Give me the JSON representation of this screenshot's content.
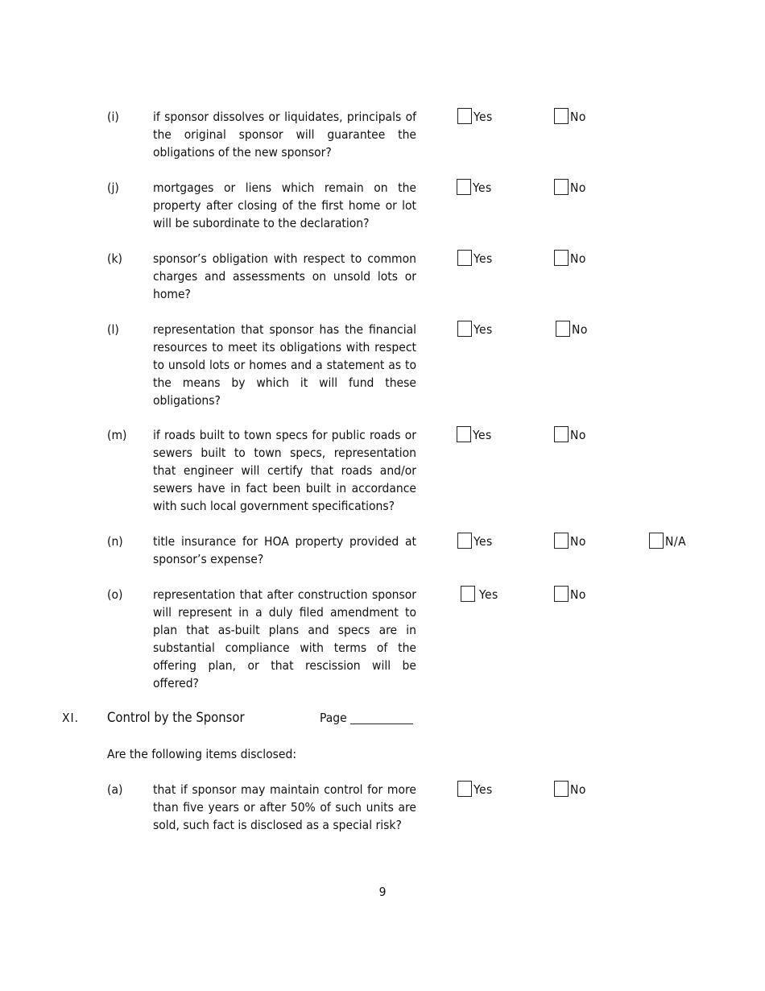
{
  "items": [
    {
      "label": "(i)",
      "text": "if sponsor dissolves or liquidates, principals of the original sponsor will guarantee the obligations of the new sponsor?",
      "yes": "Yes",
      "no": "No"
    },
    {
      "label": "(j)",
      "text": "mortgages or liens which remain on the property after closing of the first home or lot will be subordinate to the declaration?",
      "yes": "Yes",
      "no": "No"
    },
    {
      "label": "(k)",
      "text": "sponsor’s obligation with respect to common charges and assessments on unsold lots or home?",
      "yes": "Yes",
      "no": "No"
    },
    {
      "label": "(l)",
      "text": "representation that sponsor has the financial resources to meet its obligations with respect to unsold lots or homes and a statement as to the means by which it will fund these obligations?",
      "yes": "Yes",
      "no": "No"
    },
    {
      "label": "(m)",
      "text": "if roads built to town specs for public roads or sewers built to town specs, representation that engineer will certify that roads and/or sewers have in fact been built in accordance with such local government specifications?",
      "yes": "Yes",
      "no": "No"
    },
    {
      "label": "(n)",
      "text": "title insurance for HOA property provided at sponsor’s expense?",
      "yes": "Yes",
      "no": "No",
      "na": "N/A"
    },
    {
      "label": "(o)",
      "text": "representation that after construction sponsor will represent in a duly filed amendment to plan that as-built plans and specs are in substantial compliance with terms of the offering plan, or that rescission will be offered?",
      "yes": "Yes",
      "no": "No"
    }
  ],
  "section": {
    "number": "XI.",
    "title": "Control by the Sponsor",
    "page_label": "Page",
    "intro": "Are the following items disclosed:",
    "items": [
      {
        "label": "(a)",
        "text": "that if sponsor may maintain control for more than five years or after 50% of such units are sold, such fact is disclosed as a special risk?",
        "yes": "Yes",
        "no": "No"
      }
    ]
  },
  "page_number": "9"
}
